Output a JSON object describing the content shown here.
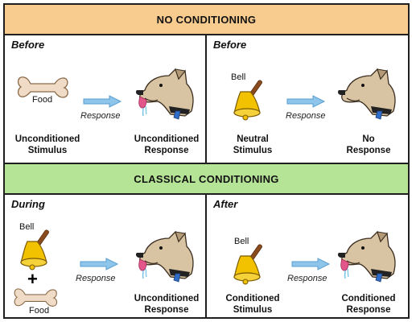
{
  "sections": {
    "top": "NO CONDITIONING",
    "middle": "CLASSICAL CONDITIONING"
  },
  "panels": [
    {
      "title": "Before",
      "item_label": "Food",
      "arrow_label": "Response",
      "left_label": [
        "Unconditioned",
        "Stimulus"
      ],
      "right_label": [
        "Unconditioned",
        "Response"
      ]
    },
    {
      "title": "Before",
      "item_label": "Bell",
      "arrow_label": "Response",
      "left_label": [
        "Neutral",
        "Stimulus"
      ],
      "right_label": [
        "No",
        "Response"
      ]
    },
    {
      "title": "During",
      "item_label": "Bell",
      "item_label2": "Food",
      "plus": "+",
      "arrow_label": "Response",
      "right_label": [
        "Unconditioned",
        "Response"
      ]
    },
    {
      "title": "After",
      "item_label": "Bell",
      "arrow_label": "Response",
      "left_label": [
        "Conditioned",
        "Stimulus"
      ],
      "right_label": [
        "Conditioned",
        "Response"
      ]
    }
  ],
  "colors": {
    "no_conditioning_band": "#f8cb8e",
    "classical_conditioning_band": "#b6e497",
    "arrow": "#8ec5ea",
    "bell": "#f2c200",
    "bone": "#f0dcc6"
  }
}
